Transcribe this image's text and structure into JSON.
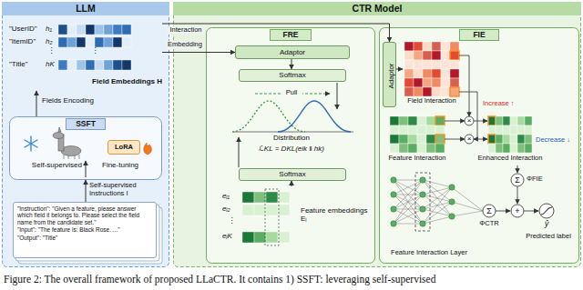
{
  "diagram": {
    "caption": "Figure 2: The overall framework of proposed LLaCTR. It contains 1) SSFT: leveraging self-supervised",
    "nodes": [
      {
        "text": [
          "LLM"
        ]
      },
      {
        "text": [
          "Field Embeddings H"
        ],
        "in": 0
      },
      {
        "text": [
          "SSFT",
          "Self-supervised",
          "Fine-tuning"
        ],
        "in": 0
      },
      {
        "text": [
          "LoRA"
        ],
        "in": 2
      },
      {
        "text": [
          "\"Instruction\": \"Given a feature, please answer which field it belongs to. Please select the field name from the candidate set.\"",
          "\"Input\": \"The feature is: Black Rose. ...\"",
          "\"Output\": \"Title\""
        ],
        "in": 0
      },
      {
        "text": [
          "CTR Model"
        ]
      },
      {
        "text": [
          "FRE"
        ],
        "in": 5
      },
      {
        "text": [
          "Adaptor"
        ],
        "in": 6
      },
      {
        "text": [
          "Softmax"
        ],
        "in": 6
      },
      {
        "text": [
          "Softmax"
        ],
        "in": 6
      },
      {
        "text": [
          "Feature embeddings Eᵢ"
        ],
        "in": 6
      },
      {
        "text": [
          "FIE"
        ],
        "in": 5
      },
      {
        "text": [
          "Adaptor"
        ],
        "in": 11
      },
      {
        "text": [
          "Field Interaction"
        ],
        "in": 11
      },
      {
        "text": [
          "Feature Interaction Layer"
        ],
        "in": 11
      }
    ],
    "edges": [
      {
        "from": 4,
        "to": 2,
        "arrow": "to"
      },
      {
        "from": 2,
        "to": 1,
        "label": "Fields Encoding",
        "arrow": "to"
      },
      {
        "from": 1,
        "to": 7,
        "label": "Embedding",
        "arrow": "to"
      },
      {
        "from": 1,
        "to": 12,
        "label": "Interaction",
        "arrow": "to"
      },
      {
        "from": 7,
        "to": 8,
        "arrow": "to"
      },
      {
        "from": 10,
        "to": 9,
        "arrow": "to"
      },
      {
        "from": 12,
        "to": 13,
        "arrow": "to"
      }
    ],
    "labels": [
      "\"UserID\"",
      "h₁",
      "\"ItemID\"",
      "h₂",
      "⋮",
      "⋮",
      "\"Title\"",
      "hK",
      "Self-supervised Instructions I",
      "Pull",
      "Distribution",
      "ℒKL = DKL(eik ‖ hk)",
      "eᵢ₁",
      "eᵢ₂",
      "⋮",
      "eᵢK",
      "Increase ↑",
      "Decrease ↓",
      "Feature Interaction",
      "Enhanced Interaction",
      "×",
      "×",
      "Σ",
      "ΦCTR",
      "Σ",
      "ΦFIE",
      "+",
      "ŷ",
      "Predicted label"
    ]
  }
}
